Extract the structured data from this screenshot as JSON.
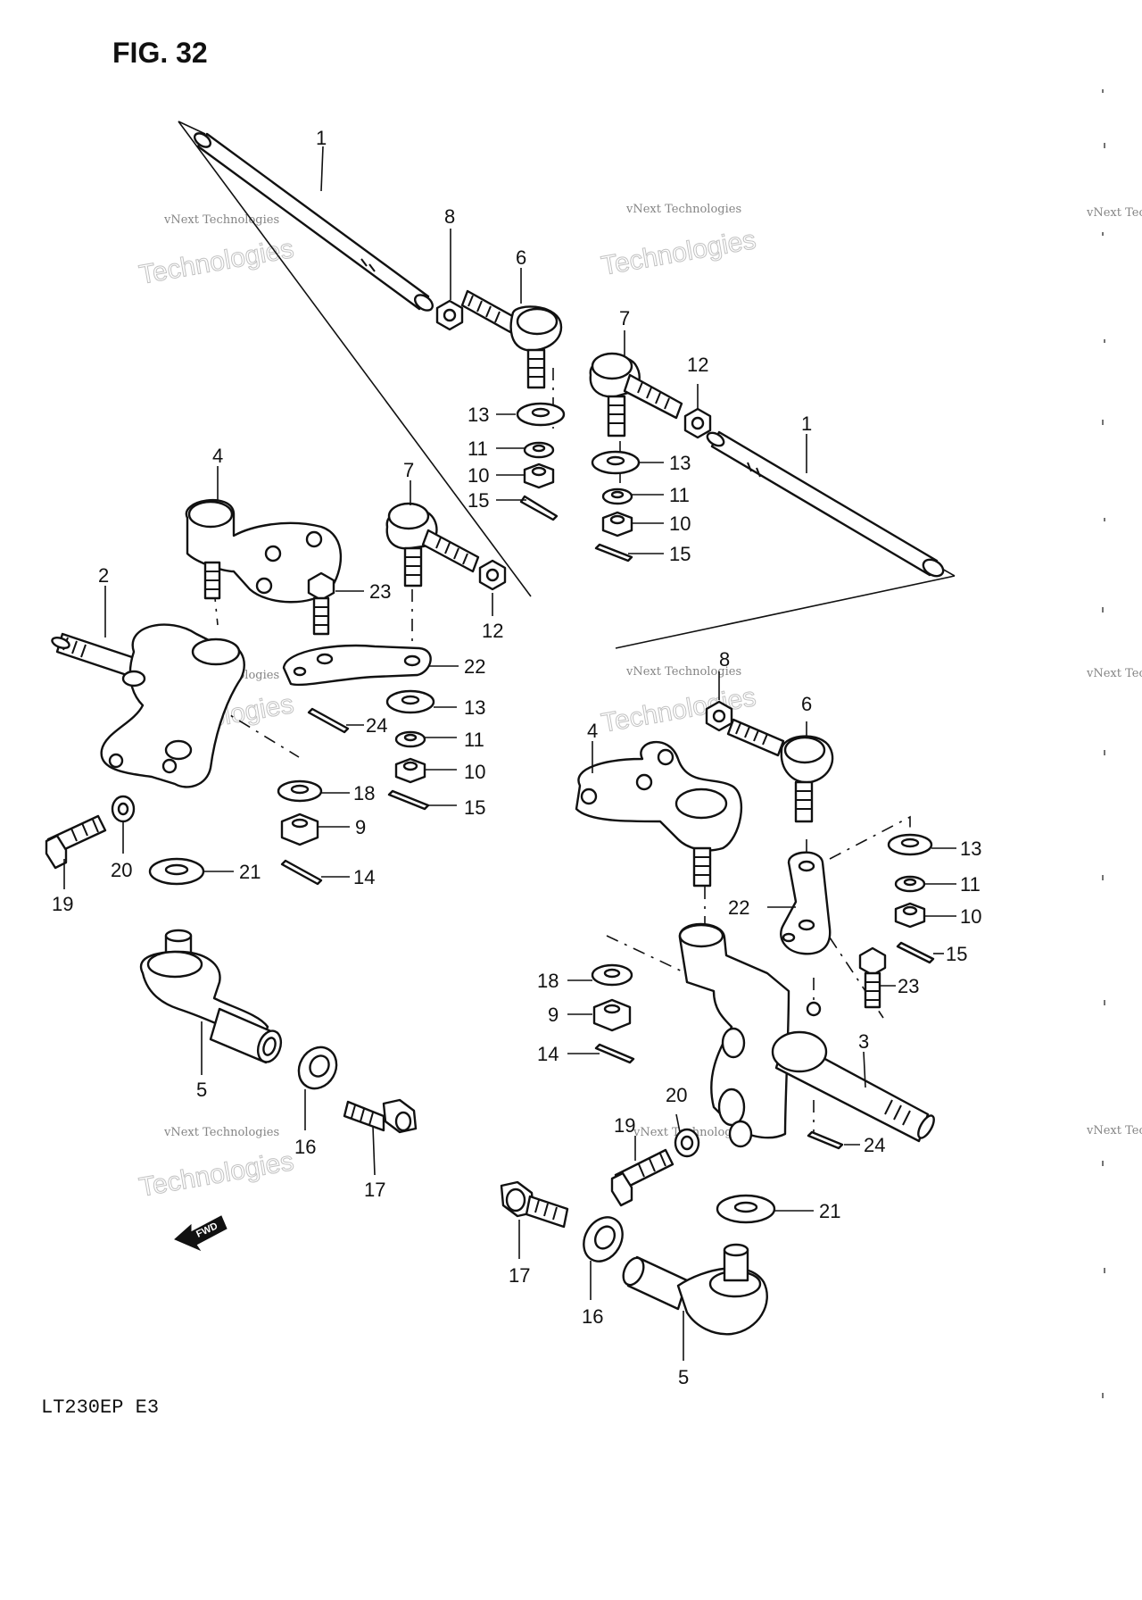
{
  "figure": {
    "title": "FIG. 32",
    "model": "LT230EP  E3"
  },
  "watermark": {
    "line1": "vNext Technologies",
    "line2": "Technologies",
    "line3": "vNext"
  },
  "fwd_label": "FWD",
  "callouts": [
    {
      "id": "c1a",
      "label": "1"
    },
    {
      "id": "c8a",
      "label": "8"
    },
    {
      "id": "c6a",
      "label": "6"
    },
    {
      "id": "c7a",
      "label": "7"
    },
    {
      "id": "c12a",
      "label": "12"
    },
    {
      "id": "c1b",
      "label": "1"
    },
    {
      "id": "c13a",
      "label": "13"
    },
    {
      "id": "c11a",
      "label": "11"
    },
    {
      "id": "c10a",
      "label": "10"
    },
    {
      "id": "c15a",
      "label": "15"
    },
    {
      "id": "c13b",
      "label": "13"
    },
    {
      "id": "c11b",
      "label": "11"
    },
    {
      "id": "c10b",
      "label": "10"
    },
    {
      "id": "c15b",
      "label": "15"
    },
    {
      "id": "c4a",
      "label": "4"
    },
    {
      "id": "c7b",
      "label": "7"
    },
    {
      "id": "c2",
      "label": "2"
    },
    {
      "id": "c23a",
      "label": "23"
    },
    {
      "id": "c12b",
      "label": "12"
    },
    {
      "id": "c22a",
      "label": "22"
    },
    {
      "id": "c24a",
      "label": "24"
    },
    {
      "id": "c13c",
      "label": "13"
    },
    {
      "id": "c11c",
      "label": "11"
    },
    {
      "id": "c10c",
      "label": "10"
    },
    {
      "id": "c15c",
      "label": "15"
    },
    {
      "id": "c18a",
      "label": "18"
    },
    {
      "id": "c9a",
      "label": "9"
    },
    {
      "id": "c14a",
      "label": "14"
    },
    {
      "id": "c20a",
      "label": "20"
    },
    {
      "id": "c21a",
      "label": "21"
    },
    {
      "id": "c19a",
      "label": "19"
    },
    {
      "id": "c5a",
      "label": "5"
    },
    {
      "id": "c16a",
      "label": "16"
    },
    {
      "id": "c17a",
      "label": "17"
    },
    {
      "id": "c8b",
      "label": "8"
    },
    {
      "id": "c6b",
      "label": "6"
    },
    {
      "id": "c4b",
      "label": "4"
    },
    {
      "id": "c13d",
      "label": "13"
    },
    {
      "id": "c11d",
      "label": "11"
    },
    {
      "id": "c10d",
      "label": "10"
    },
    {
      "id": "c22b",
      "label": "22"
    },
    {
      "id": "c15d",
      "label": "15"
    },
    {
      "id": "c23b",
      "label": "23"
    },
    {
      "id": "c18b",
      "label": "18"
    },
    {
      "id": "c9b",
      "label": "9"
    },
    {
      "id": "c3",
      "label": "3"
    },
    {
      "id": "c14b",
      "label": "14"
    },
    {
      "id": "c20b",
      "label": "20"
    },
    {
      "id": "c19b",
      "label": "19"
    },
    {
      "id": "c24b",
      "label": "24"
    },
    {
      "id": "c21b",
      "label": "21"
    },
    {
      "id": "c17b",
      "label": "17"
    },
    {
      "id": "c16b",
      "label": "16"
    },
    {
      "id": "c5b",
      "label": "5"
    }
  ]
}
